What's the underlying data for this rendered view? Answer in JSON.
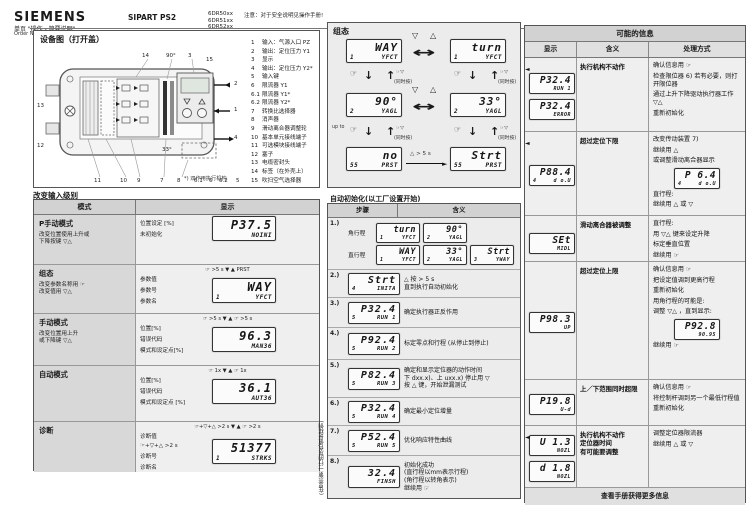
{
  "header": {
    "brand": "SIEMENS",
    "doc_type": "单页 \"操作 - 简要说明\"",
    "order_no": "Order No. A5E007461 1-03)",
    "product": "SIPART PS2",
    "models": "6DR50xx 6DR51xx 6DR52xx 6DR53xx",
    "note": "注意：对于安全说明见操作手册!"
  },
  "device": {
    "title": "设备图（打开盖）",
    "footnote": "*) 双作用执行机构",
    "legend": [
      {
        "no": "1",
        "label": "输入：气源入口 PZ"
      },
      {
        "no": "2",
        "label": "输出：定位压力 Y1"
      },
      {
        "no": "3",
        "label": "显示"
      },
      {
        "no": "4",
        "label": "输出：定位压力 Y2*"
      },
      {
        "no": "5",
        "label": "输入键"
      },
      {
        "no": "6",
        "label": "限流器 Y1"
      },
      {
        "no": "6.1",
        "label": "限流器 Y1*"
      },
      {
        "no": "6.2",
        "label": "限流器 Y2*"
      },
      {
        "no": "7",
        "label": "转换比选择器"
      },
      {
        "no": "8",
        "label": "消声器"
      },
      {
        "no": "9",
        "label": "滑动离合器调整轮"
      },
      {
        "no": "10",
        "label": "基本单元接线端子"
      },
      {
        "no": "11",
        "label": "可选模块接线端子"
      },
      {
        "no": "12",
        "label": "塞子"
      },
      {
        "no": "13",
        "label": "电缆密封头"
      },
      {
        "no": "14",
        "label": "标签（在外壳上）"
      },
      {
        "no": "15",
        "label": "吹扫空气选择器"
      }
    ],
    "callouts": [
      "14",
      "90°",
      "3",
      "15",
      "2",
      "1",
      "4",
      "13",
      "12",
      "11",
      "10",
      "9",
      "7",
      "8",
      "6.1",
      "6",
      "6.2",
      "5",
      "33°"
    ]
  },
  "config_panel": {
    "title": "组态",
    "lcds": {
      "way": {
        "l1": "WAY",
        "l2": "1 YFCT"
      },
      "turn": {
        "l1": "turn",
        "l2": "1 YFCT"
      },
      "deg90": {
        "l1": "90°",
        "l2": "2 YAGL"
      },
      "deg33": {
        "l1": "33°",
        "l2": "2 YAGL"
      },
      "no": {
        "l1": "no",
        "l2": "55 PRST"
      },
      "strt": {
        "l1": "Strt",
        "l2": "55 PRST"
      }
    },
    "keys": {
      "down": "▽",
      "up": "△",
      "hand": "☞",
      "swap": "↔",
      "arr_down": "↓",
      "arr_up": "↑",
      "arr_right": "►"
    },
    "labels": {
      "simul": "(同时按)",
      "upto": "up to",
      "start": "△  > 5 s"
    }
  },
  "input_levels": {
    "title": "改变输入级别",
    "columns": [
      "模式",
      "显示"
    ],
    "rows": [
      {
        "title": "P手动模式",
        "desc": [
          "改变位置使用上升或",
          "下降按键 ▽△"
        ],
        "labels": [
          "位置设定 [%]",
          "未初始化"
        ],
        "lcd": {
          "l1": "P37.5",
          "l2": "NOINI"
        }
      },
      {
        "title": "组态",
        "desc": [
          "改变参数名称用 ☞",
          "改变值用 ▽△"
        ],
        "labels": [
          "参数值",
          "参数号",
          "参数名"
        ],
        "lcd": {
          "l1": "WAY",
          "l2": "1 YFCT"
        },
        "trans": "☞ >5 s ▼        ▲ PRST"
      },
      {
        "title": "手动模式",
        "desc": [
          "改变位置用上升",
          "或下降键 ▽△"
        ],
        "labels": [
          "位置[%]",
          "错误代码",
          "模式和设定点[%]"
        ],
        "lcd": {
          "l1": "96.3",
          "l2": "MAN36"
        },
        "trans": "☞ >5 s ▼        ▲ ☞ >5 s"
      },
      {
        "title": "自动模式",
        "desc": [],
        "labels": [
          "位置[%]",
          "错误代码",
          "模式和设定点 [%]"
        ],
        "lcd": {
          "l1": "36.1",
          "l2": "AUT36"
        },
        "trans": "☞ 1x ▼        ▲ ☞ 1x"
      },
      {
        "title": "诊断",
        "desc": [],
        "labels": [
          "诊断值",
          "☞+▽+△  >2 s",
          "诊断号",
          "诊断名"
        ],
        "lcd": {
          "l1": "51377",
          "l2": "1 STRKS"
        },
        "trans": "☞+▽+△ >2 s ▼        ▲ ☞ >2 s"
      }
    ]
  },
  "auto_init": {
    "title": "自动初始化(以工厂设置开始)",
    "columns": [
      "步骤",
      "含义"
    ],
    "side_note": "(在显示第一行的灰色值是样例)",
    "steps": [
      {
        "no": "1.)",
        "type": "dual",
        "rows": [
          {
            "label": "角行程",
            "lcds": [
              {
                "l1": "turn",
                "l2": "1 YFCT"
              },
              {
                "l1": "90°",
                "l2": "2 YAGL"
              }
            ]
          },
          {
            "label": "直行程",
            "lcds": [
              {
                "l1": "WAY",
                "l2": "1 YFCT"
              },
              {
                "l1": "33°",
                "l2": "2 YAGL"
              },
              {
                "l1": "Strt",
                "l2": "3 YWAY"
              }
            ]
          }
        ]
      },
      {
        "no": "2.)",
        "lcd": {
          "l1": "Strt",
          "l2": "4 INITA"
        },
        "desc": [
          "△ 按 > 5 s",
          "直到执行自动初始化"
        ]
      },
      {
        "no": "3.)",
        "lcd": {
          "l1": "P32.4",
          "l2": "5 RUN 1"
        },
        "desc": [
          "确定执行器正反作用"
        ]
      },
      {
        "no": "4.)",
        "lcd": {
          "l1": "P92.4",
          "l2": "5 RUN 2"
        },
        "desc": [
          "标定零点和行程 (从停止到停止)"
        ]
      },
      {
        "no": "5.)",
        "lcd": {
          "l1": "P82.4",
          "l2": "5 RUN 3"
        },
        "desc": [
          "确定和显示定位器的动作时间",
          "下 dxx.x)、上 uxx.x) 停止用 ▽",
          "按 △ 键，开始泄漏测试"
        ]
      },
      {
        "no": "6.)",
        "lcd": {
          "l1": "P32.4",
          "l2": "5 RUN 4"
        },
        "desc": [
          "确定最小定位增量"
        ]
      },
      {
        "no": "7.)",
        "lcd": {
          "l1": "P52.4",
          "l2": "5 RUN 5"
        },
        "desc": [
          "优化响应特性曲线"
        ]
      },
      {
        "no": "8.)",
        "lcd": {
          "l1": "32.4",
          "l2": "FINSH"
        },
        "desc": [
          "初始化成功",
          "(直行程以mm表示行程)",
          "(角行程以转角表示)",
          "继续用 ☞"
        ]
      }
    ]
  },
  "messages": {
    "title": "可能的信息",
    "columns": [
      "显示",
      "含义",
      "处理方式"
    ],
    "footer": "查看手册获得更多信息",
    "rows": [
      {
        "arrow": true,
        "lcds": [
          {
            "l1": "P32.4",
            "l2": "RUN 1"
          },
          {
            "l1": "P32.4",
            "l2": "ERROR"
          }
        ],
        "meaning": [
          "执行机构不动作"
        ],
        "actions": [
          "确认信息用 ☞",
          "检查限位器 6) 若有必要，则打开限位器",
          "通过上升下降驱动执行器工作 ▽△",
          "重新初始化"
        ]
      },
      {
        "arrow": true,
        "lcds": [
          {
            "l1": "P88.4",
            "l2": "4 d o.U"
          }
        ],
        "meaning": [
          "超过定位下限"
        ],
        "actions": [
          "改变传动装置 7)",
          "继续用 △",
          "或调整滑动离合器显示",
          {
            "lcd": {
              "l1": "P 6.4",
              "l2": "4 d o.U"
            }
          },
          "直行程:",
          "继续用 △ 或 ▽"
        ]
      },
      {
        "arrow": false,
        "lcds": [
          {
            "l1": "SEt",
            "l2": "MIDL"
          }
        ],
        "meaning": [
          "滑动离合器被调整"
        ],
        "actions": [
          "直行程:",
          "用 ▽△ 键来设定升降",
          "标定垂直位置",
          "继续用 ☞"
        ]
      },
      {
        "arrow": false,
        "lcds": [
          {
            "l1": "P98.3",
            "l2": "UP"
          }
        ],
        "meaning": [
          "超过定位上限"
        ],
        "actions": [
          "确认信息用 ☞",
          "把设定值调到更高行程",
          "重新初始化",
          "用角行程的可能是:",
          "调整 ▽△ ，直到显示:",
          {
            "lcd": {
              "l1": "P92.8",
              "l2": "90.95"
            }
          },
          "继续用 ☞"
        ]
      },
      {
        "arrow": false,
        "lcds": [
          {
            "l1": "P19.8",
            "l2": "U-d"
          }
        ],
        "meaning": [
          "上／下范围同时超限"
        ],
        "actions": [
          "确认信息用 ☞",
          "将控制杆调到另一个最低行程值",
          "重新初始化"
        ]
      },
      {
        "arrow": true,
        "lcds": [
          {
            "l1": "U 1.3",
            "l2": "NOZL"
          },
          {
            "l1": "d 1.8",
            "l2": "NOZL"
          }
        ],
        "meaning": [
          "执行机构不动作",
          "定位器时间",
          "有可能要调整"
        ],
        "actions": [
          "调整定位器限流器",
          "继续用 △ 或 ▽"
        ]
      }
    ]
  }
}
